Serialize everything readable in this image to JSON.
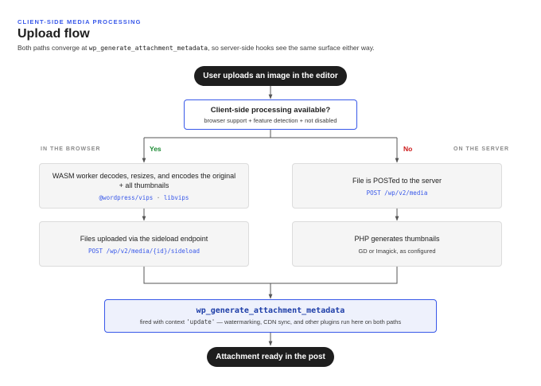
{
  "header": {
    "eyebrow": "CLIENT-SIDE MEDIA PROCESSING",
    "title": "Upload flow",
    "subtitle_before": "Both paths converge at ",
    "subtitle_code": "wp_generate_attachment_metadata",
    "subtitle_after": ", so server-side hooks see the same surface either way."
  },
  "colors": {
    "accent": "#3858e9",
    "dark": "#1e1e1e",
    "yes": "#1a8a32",
    "no": "#cc1818",
    "hook_bg": "#eef1fc",
    "box_bg": "#f5f5f5"
  },
  "flow": {
    "start": "User uploads an image in the editor",
    "decision": {
      "title": "Client-side processing available?",
      "detail": "browser support + feature detection + not disabled"
    },
    "yes_label": "Yes",
    "no_label": "No",
    "browser_heading": "IN THE BROWSER",
    "server_heading": "ON THE SERVER",
    "browser": {
      "step1": {
        "line1": "WASM worker decodes, resizes, and encodes the original",
        "line2": "+ all thumbnails",
        "code_a": "@wordpress/vips",
        "code_sep": "·",
        "code_b": "libvips"
      },
      "step2": {
        "line1": "Files uploaded via the sideload endpoint",
        "code": "POST /wp/v2/media/{id}/sideload"
      }
    },
    "server": {
      "step1": {
        "line1": "File is POSTed to the server",
        "code": "POST /wp/v2/media"
      },
      "step2": {
        "line1": "PHP generates thumbnails",
        "detail": "GD or Imagick, as configured"
      }
    },
    "hook": {
      "name": "wp_generate_attachment_metadata",
      "detail_before": "fired with context ",
      "detail_code": "'update'",
      "detail_after": " — watermarking, CDN sync, and other plugins run here on both paths"
    },
    "end": "Attachment ready in the post"
  }
}
